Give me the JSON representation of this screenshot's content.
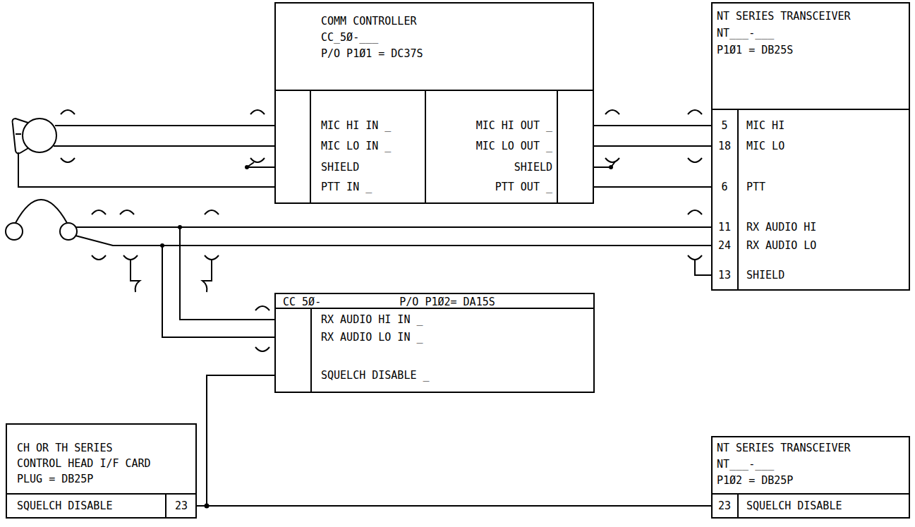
{
  "diagram": {
    "nodes": [
      {
        "text": [
          "COMM CONTROLLER",
          "CC_5Ø-___",
          "P/O P1Ø1 = DC37S"
        ]
      },
      {
        "text": [
          "NT SERIES TRANSCEIVER",
          "NT___-___",
          "P1Ø1 = DB25S"
        ]
      },
      {
        "text": [
          "CC_5Ø-___",
          "P/O P1Ø2= DA15S"
        ]
      },
      {
        "text": [
          "CH OR TH SERIES",
          "CONTROL HEAD I/F CARD",
          "PLUG = DB25P"
        ]
      },
      {
        "text": [
          "NT SERIES TRANSCEIVER",
          "NT___-___",
          "P1Ø2 = DB25P"
        ]
      }
    ],
    "edges": [
      {
        "from": 0,
        "to": 1,
        "arrow": "none"
      },
      {
        "from": 0,
        "to": 1,
        "arrow": "none"
      },
      {
        "from": 0,
        "to": 1,
        "arrow": "none"
      },
      {
        "from": 1,
        "to": 2,
        "arrow": "none"
      },
      {
        "from": 1,
        "to": 2,
        "arrow": "none"
      },
      {
        "from": 3,
        "to": 4,
        "arrow": "none"
      },
      {
        "from": 2,
        "to": 4,
        "arrow": "none"
      },
      {
        "from": 2,
        "to": 3,
        "arrow": "none"
      }
    ],
    "labels": [
      "MIC HI IN _",
      "MIC LO IN _",
      "SHIELD",
      "PTT IN _",
      "MIC HI OUT _",
      "MIC LO OUT _",
      "SHIELD",
      "PTT OUT _",
      "5",
      "MIC HI",
      "18",
      "MIC LO",
      "6",
      "PTT",
      "11",
      "RX AUDIO HI",
      "24",
      "RX AUDIO LO",
      "13",
      "SHIELD",
      "RX AUDIO HI IN _",
      "RX AUDIO LO IN _",
      "SQUELCH DISABLE _",
      "SQUELCH DISABLE",
      "23",
      "23",
      "SQUELCH DISABLE"
    ]
  }
}
